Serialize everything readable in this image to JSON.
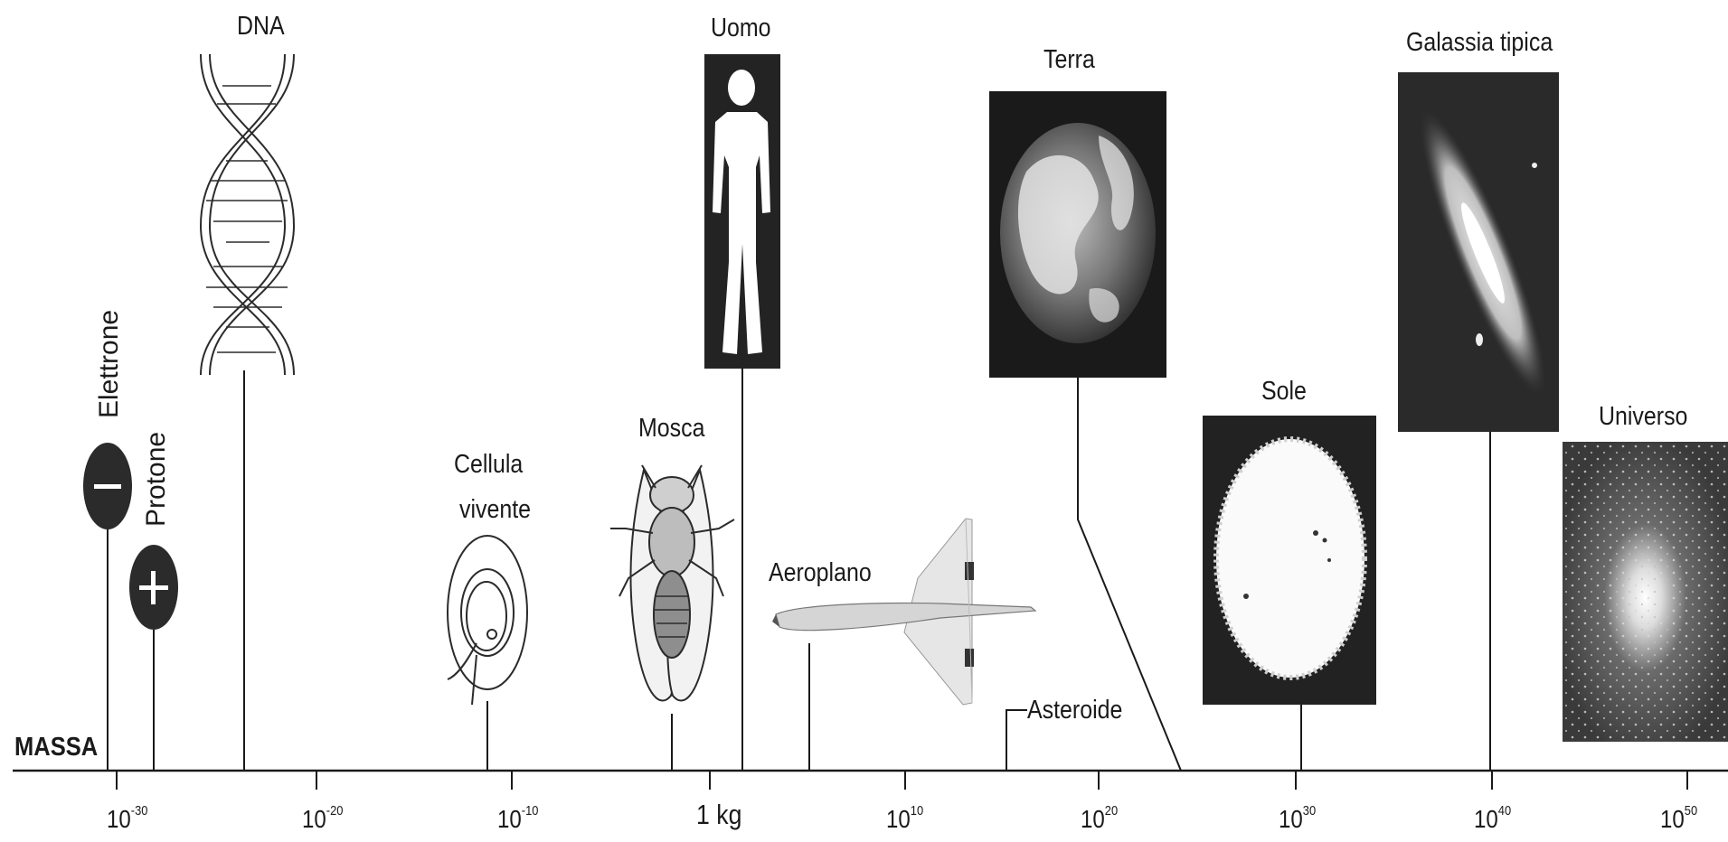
{
  "axis": {
    "title": "MASSA",
    "ticks": [
      {
        "base": "10",
        "exp": "-30"
      },
      {
        "base": "10",
        "exp": "-20"
      },
      {
        "base": "10",
        "exp": "-10"
      },
      {
        "base": "1",
        "exp": "",
        "unit": "kg"
      },
      {
        "base": "10",
        "exp": "10"
      },
      {
        "base": "10",
        "exp": "20"
      },
      {
        "base": "10",
        "exp": "30"
      },
      {
        "base": "10",
        "exp": "40"
      },
      {
        "base": "10",
        "exp": "50"
      }
    ]
  },
  "objects": {
    "elettrone": "Elettrone",
    "protone": "Protone",
    "dna": "DNA",
    "cellula_line1": "Cellula",
    "cellula_line2": "vivente",
    "mosca": "Mosca",
    "uomo": "Uomo",
    "aeroplano": "Aeroplano",
    "asteroide": "Asteroide",
    "terra": "Terra",
    "sole": "Sole",
    "galassia": "Galassia tipica",
    "universo": "Universo"
  },
  "colors": {
    "ink": "#1a1a1a",
    "photo_dark": "#222222"
  }
}
